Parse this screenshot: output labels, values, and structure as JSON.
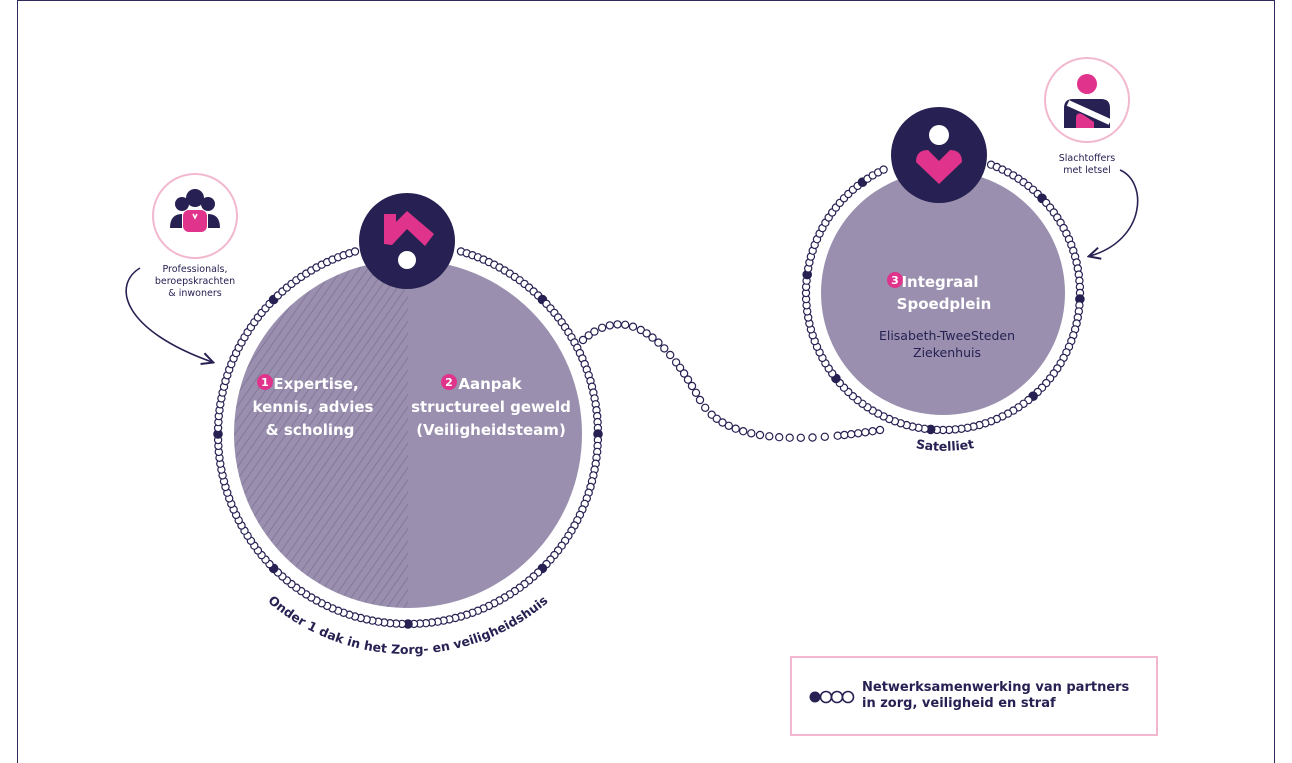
{
  "colors": {
    "navy": "#262152",
    "purple": "#9a8fae",
    "pink": "#e0338b",
    "light_pink": "#f2b8cf"
  },
  "professionals": {
    "icon": "group-people-icon",
    "line1": "Professionals,",
    "line2": "beroepskrachten",
    "line3": "& inwoners"
  },
  "victims": {
    "icon": "injured-person-icon",
    "line1": "Slachtoffers",
    "line2": "met letsel"
  },
  "main_circle": {
    "icon": "house-icon",
    "left": {
      "number": "1",
      "line1": "Expertise,",
      "line2": "kennis, advies",
      "line3": "& scholing"
    },
    "right": {
      "number": "2",
      "line1": "Aanpak",
      "line2": "structureel geweld",
      "line3": "(Veiligheidsteam)"
    },
    "caption": "Onder 1 dak in het Zorg- en veiligheidshuis"
  },
  "satellite_circle": {
    "icon": "heart-person-icon",
    "number": "3",
    "title1": "Integraal",
    "title2": "Spoedplein",
    "sub1": "Elisabeth-TweeSteden",
    "sub2": "Ziekenhuis",
    "caption": "Satelliet"
  },
  "legend": {
    "line1": "Netwerksamenwerking van partners",
    "line2": "in zorg, veiligheid en straf"
  }
}
